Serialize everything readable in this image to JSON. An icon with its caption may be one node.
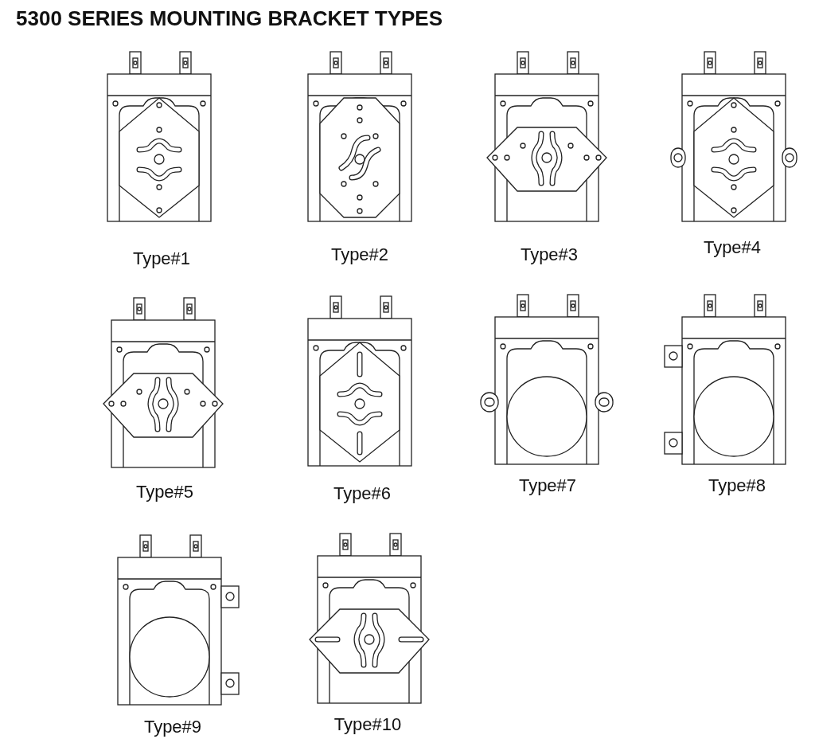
{
  "diagram": {
    "title": "5300 SERIES MOUNTING BRACKET TYPES",
    "labels": [
      "Type#1",
      "Type#2",
      "Type#3",
      "Type#4",
      "Type#5",
      "Type#6",
      "Type#7",
      "Type#8",
      "Type#9",
      "Type#10"
    ]
  }
}
